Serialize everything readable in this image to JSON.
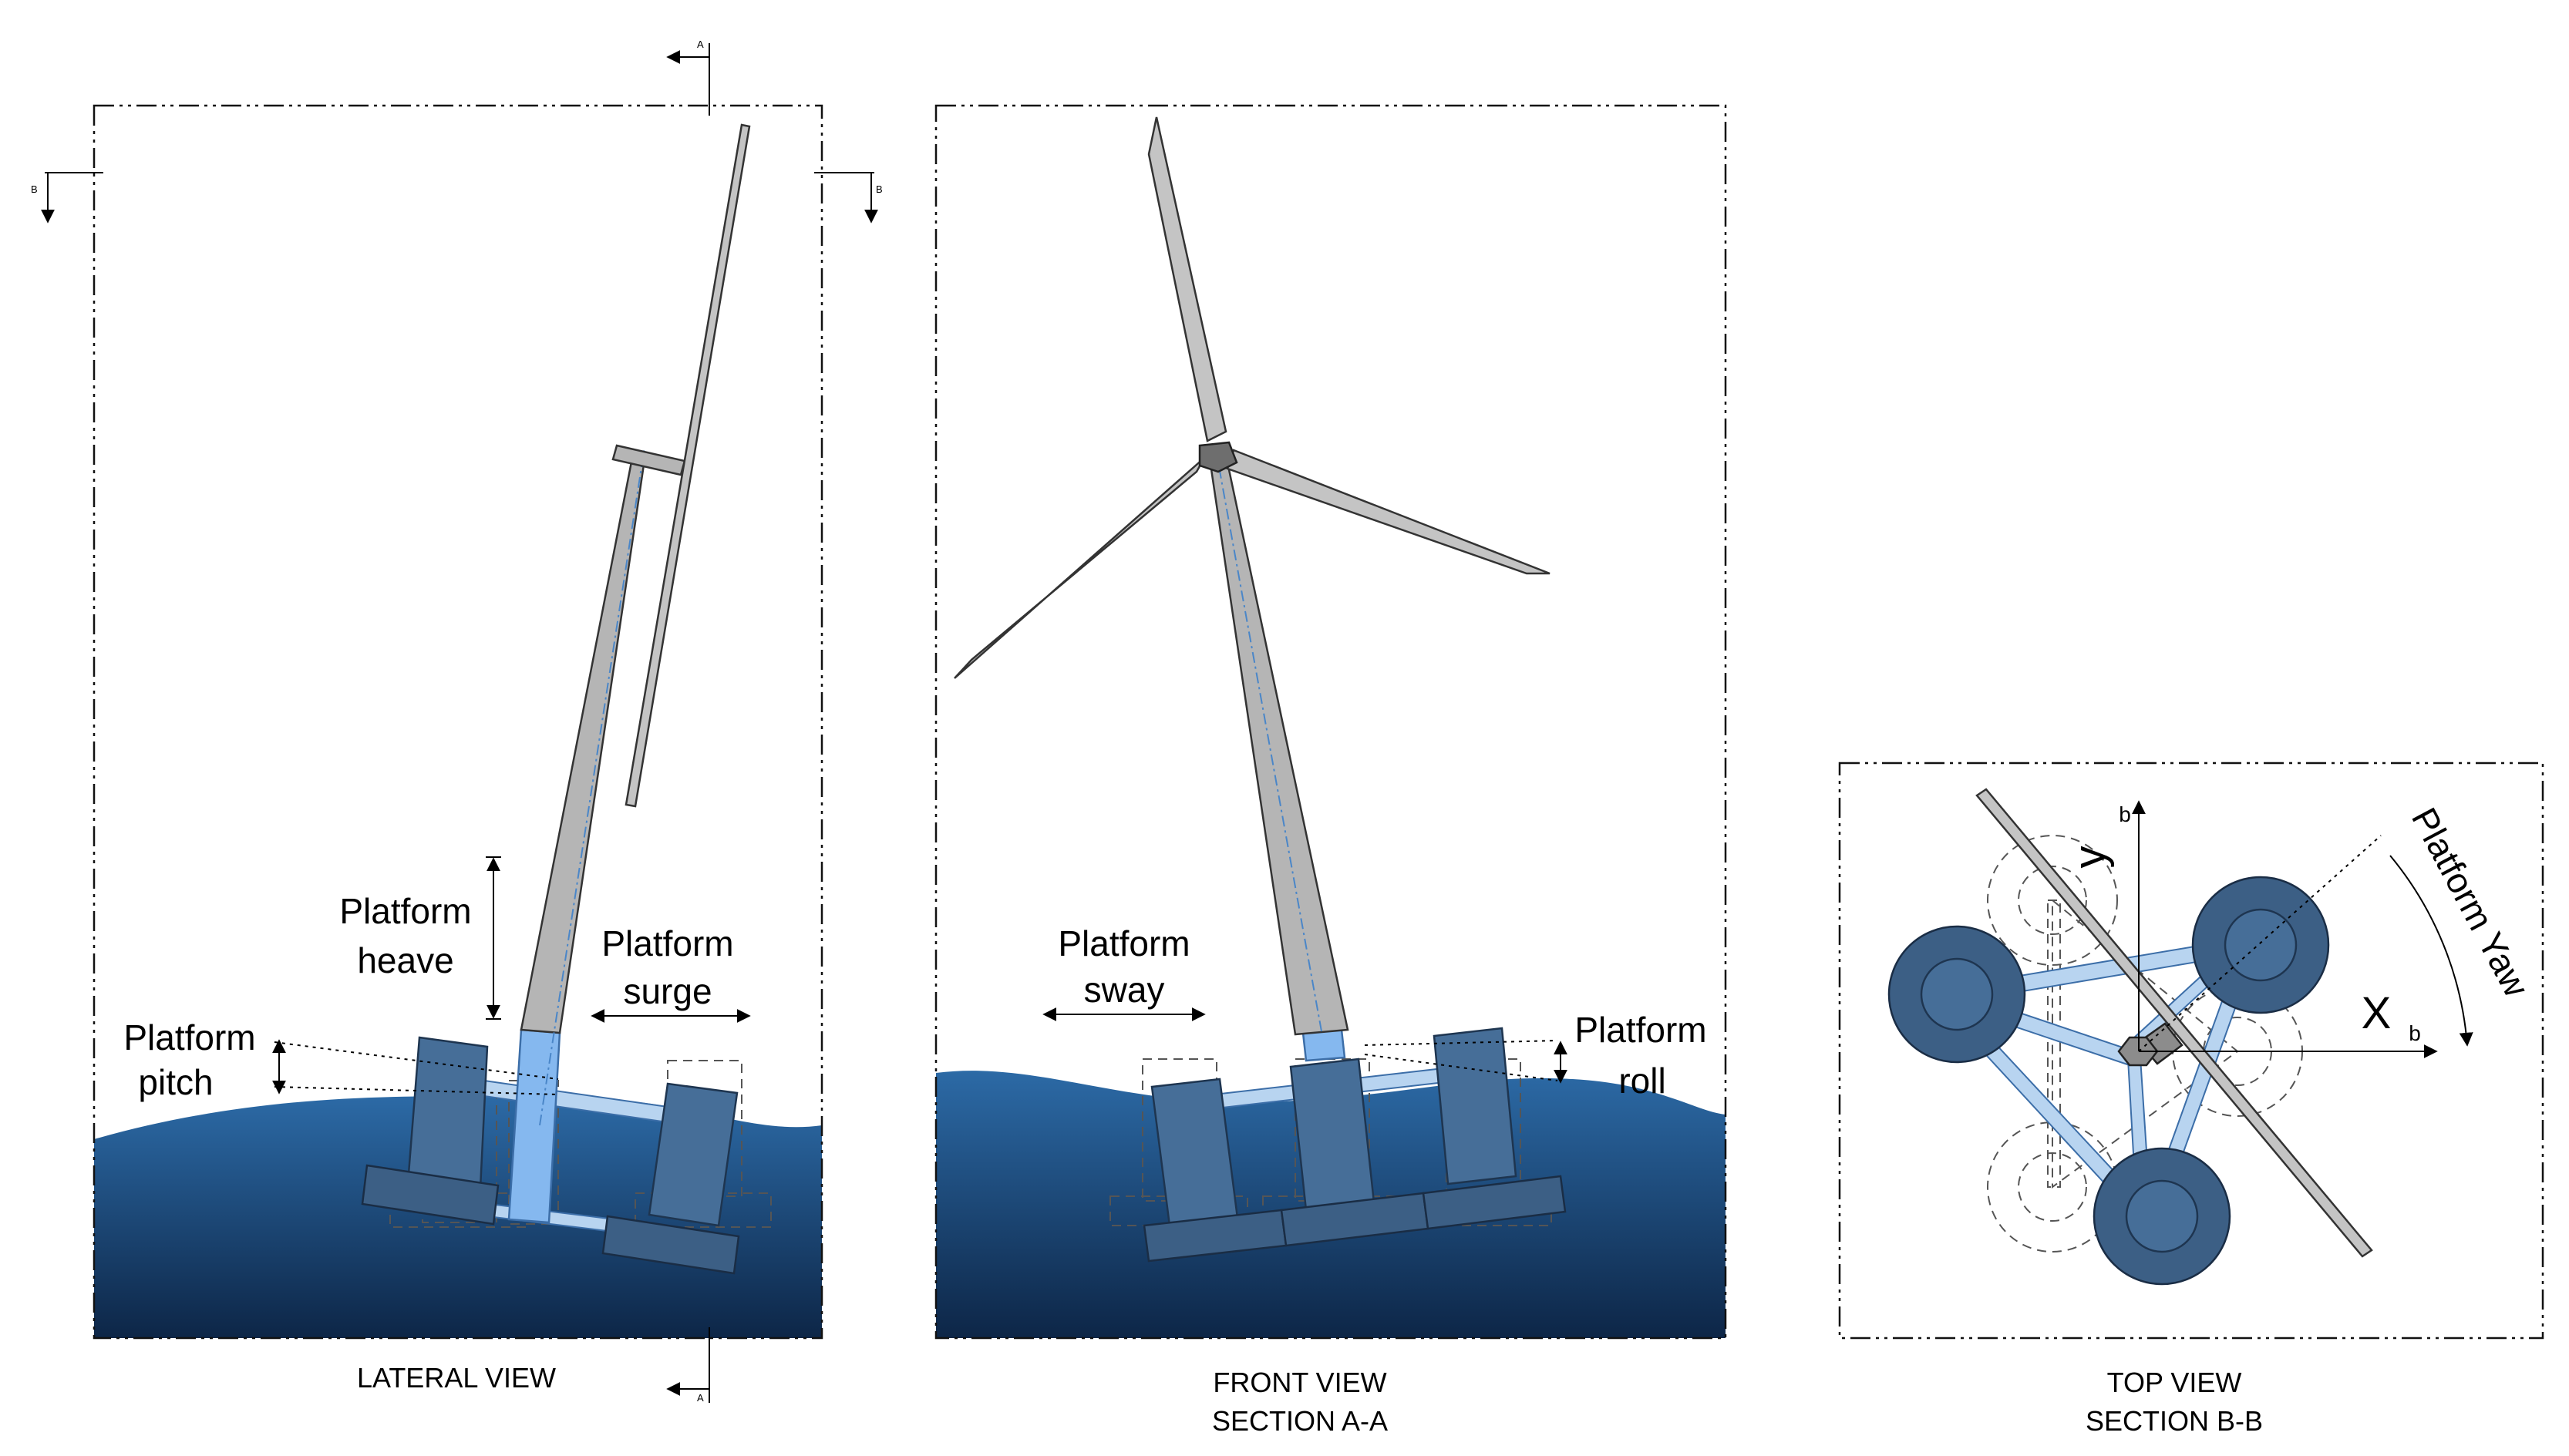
{
  "labels": {
    "platform_heave": [
      "Platform",
      "heave"
    ],
    "platform_surge": [
      "Platform",
      "surge"
    ],
    "platform_pitch": [
      "Platform",
      "pitch"
    ],
    "platform_sway": [
      "Platform",
      "sway"
    ],
    "platform_roll": [
      "Platform",
      "roll"
    ],
    "platform_yaw": "Platform Yaw",
    "x_axis": "X",
    "x_sub": "b",
    "y_axis": "y",
    "y_sub": "b"
  },
  "section_marks": {
    "a": "A",
    "b": "B"
  },
  "captions": {
    "lateral": "LATERAL VIEW",
    "front": [
      "FRONT VIEW",
      "SECTION A-A"
    ],
    "top": [
      "TOP VIEW",
      "SECTION B-B"
    ]
  },
  "colors": {
    "sea_top": "#2c6aa6",
    "sea_bottom": "#0d2647",
    "float": "#466e98",
    "tower": "#b5b5b5",
    "center_column": "#85b8ef"
  }
}
